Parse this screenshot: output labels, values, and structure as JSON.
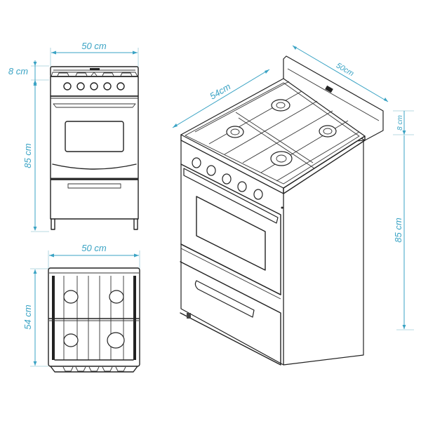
{
  "diagram": {
    "subject": "Gas stove technical dimension drawing",
    "colors": {
      "dimension": "#3aa3c4",
      "ink": "#222222",
      "background": "#ffffff"
    },
    "front_view": {
      "width_label": "50 cm",
      "backguard_height_label": "8 cm",
      "body_height_label": "85 cm",
      "knob_count": 5
    },
    "top_view": {
      "width_label": "50 cm",
      "depth_label": "54 cm",
      "burner_count": 4
    },
    "isometric_view": {
      "depth_label": "54cm",
      "width_label": "50cm",
      "backguard_height_label": "8 cm",
      "body_height_label": "85 cm",
      "burner_count": 4,
      "knob_count": 5
    }
  }
}
